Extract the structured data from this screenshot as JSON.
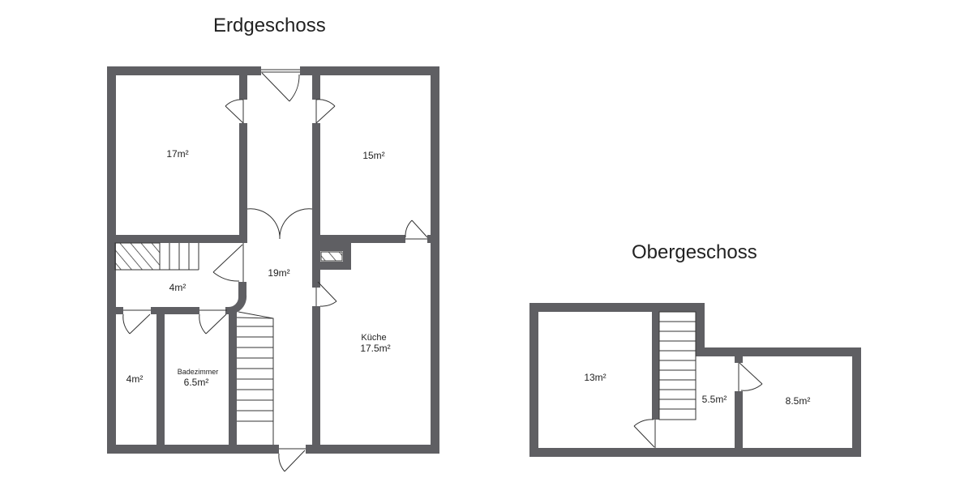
{
  "ground_floor": {
    "title": "Erdgeschoss",
    "rooms": [
      {
        "name": "room-17",
        "label": "17m²"
      },
      {
        "name": "room-15",
        "label": "15m²"
      },
      {
        "name": "hallway",
        "label": "19m²"
      },
      {
        "name": "landing",
        "label": "4m²"
      },
      {
        "name": "room-4",
        "label": "4m²"
      },
      {
        "name": "bathroom",
        "title": "Badezimmer",
        "label": "6.5m²"
      },
      {
        "name": "kitchen",
        "title": "Küche",
        "label": "17.5m²"
      }
    ]
  },
  "upper_floor": {
    "title": "Obergeschoss",
    "rooms": [
      {
        "name": "room-13",
        "label": "13m²"
      },
      {
        "name": "room-5-5",
        "label": "5.5m²"
      },
      {
        "name": "room-8-5",
        "label": "8.5m²"
      }
    ]
  },
  "colors": {
    "wall": "#5f5f63",
    "line": "#333333"
  }
}
